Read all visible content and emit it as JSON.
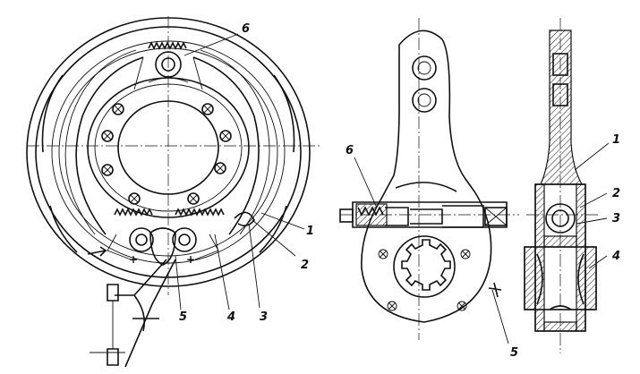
{
  "callouts": {
    "brake": [
      "1",
      "2",
      "3",
      "4",
      "5",
      "6"
    ],
    "lever": [
      "6",
      "5"
    ],
    "section": [
      "1",
      "2",
      "3",
      "4"
    ]
  }
}
